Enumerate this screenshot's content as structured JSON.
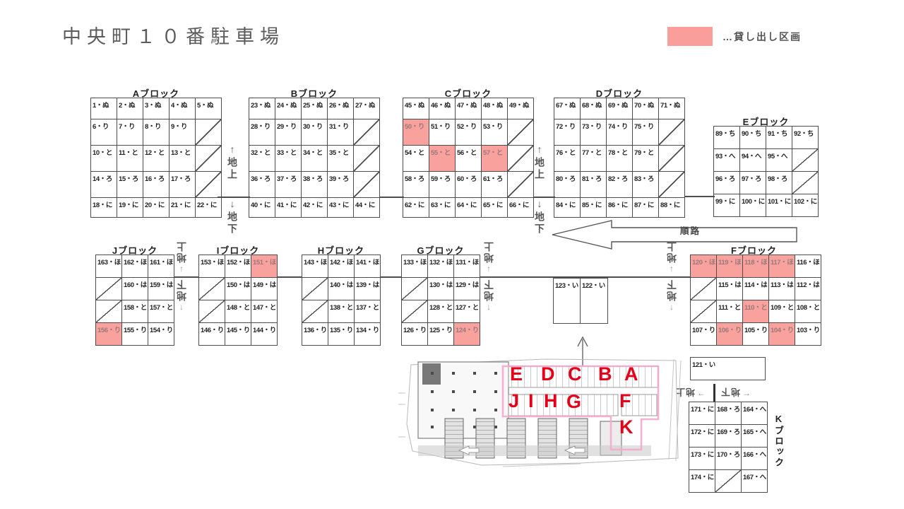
{
  "title": "中央町１０番駐車場",
  "legend": {
    "swatch_color": "#FA9E9B",
    "label": "…貸し出し区画"
  },
  "route": {
    "label": "順路"
  },
  "nav": {
    "ground": "地上",
    "basement": "地下",
    "up": "↑",
    "down": "↓",
    "left": "←",
    "right": "→"
  },
  "blocks": {
    "A": {
      "label": "Aブロック",
      "highlights": [],
      "rows": [
        [
          "1・ぬ",
          "2・ぬ",
          "3・ぬ",
          "4・ぬ",
          "5・ぬ"
        ],
        [
          "6・り",
          "7・り",
          "8・り",
          "9・り",
          "/"
        ],
        [
          "10・と",
          "11・と",
          "12・と",
          "13・と",
          "/"
        ],
        [
          "14・ろ",
          "15・ろ",
          "16・ろ",
          "17・ろ",
          "/"
        ],
        [
          "18・に",
          "19・に",
          "20・に",
          "21・に",
          "22・に"
        ]
      ]
    },
    "B": {
      "label": "Bブロック",
      "highlights": [],
      "rows": [
        [
          "23・ぬ",
          "24・ぬ",
          "25・ぬ",
          "26・ぬ",
          "27・ぬ"
        ],
        [
          "28・り",
          "29・り",
          "30・り",
          "31・り",
          "/"
        ],
        [
          "32・と",
          "33・と",
          "34・と",
          "35・と",
          "/"
        ],
        [
          "36・ろ",
          "37・ろ",
          "38・ろ",
          "39・ろ",
          "/"
        ],
        [
          "40・に",
          "41・に",
          "42・に",
          "43・に",
          "44・に"
        ]
      ]
    },
    "C": {
      "label": "Cブロック",
      "highlights": [
        "50・り",
        "55・と",
        "57・と"
      ],
      "rows": [
        [
          "45・ぬ",
          "46・ぬ",
          "47・ぬ",
          "48・ぬ",
          "49・ぬ"
        ],
        [
          "50・り",
          "51・り",
          "52・り",
          "53・り",
          "/"
        ],
        [
          "54・と",
          "55・と",
          "56・と",
          "57・と",
          "/"
        ],
        [
          "58・ろ",
          "59・ろ",
          "60・ろ",
          "61・ろ",
          "/"
        ],
        [
          "62・に",
          "63・に",
          "64・に",
          "65・に",
          "66・に"
        ]
      ]
    },
    "D": {
      "label": "Dブロック",
      "highlights": [],
      "rows": [
        [
          "67・ぬ",
          "68・ぬ",
          "69・ぬ",
          "70・ぬ",
          "71・ぬ"
        ],
        [
          "72・り",
          "73・り",
          "74・り",
          "75・り",
          "/"
        ],
        [
          "76・と",
          "77・と",
          "78・と",
          "79・と",
          "/"
        ],
        [
          "80・ろ",
          "81・ろ",
          "82・ろ",
          "83・ろ",
          "/"
        ],
        [
          "84・に",
          "85・に",
          "86・に",
          "87・に",
          "88・に"
        ]
      ]
    },
    "E": {
      "label": "Eブロック",
      "highlights": [],
      "rows": [
        [
          "89・ち",
          "90・ち",
          "91・ち",
          "92・ち"
        ],
        [
          "93・へ",
          "94・へ",
          "95・へ",
          "/"
        ],
        [
          "96・ろ",
          "97・ろ",
          "98・ろ",
          "/"
        ],
        [
          "99・に",
          "100・に",
          "101・に",
          "102・に"
        ]
      ]
    },
    "J": {
      "label": "Jブロック",
      "highlights": [
        "156・り"
      ],
      "rows": [
        [
          "163・ほ",
          "162・ほ",
          "161・ほ"
        ],
        [
          "/",
          "160・は",
          "159・は"
        ],
        [
          "/",
          "158・と",
          "157・と"
        ],
        [
          "156・り",
          "155・り",
          "154・り"
        ]
      ]
    },
    "I": {
      "label": "Iブロック",
      "highlights": [
        "151・ほ"
      ],
      "rows": [
        [
          "153・ほ",
          "152・ほ",
          "151・ほ"
        ],
        [
          "/",
          "150・は",
          "149・は"
        ],
        [
          "/",
          "148・と",
          "147・と"
        ],
        [
          "146・り",
          "145・り",
          "144・り"
        ]
      ]
    },
    "H": {
      "label": "Hブロック",
      "highlights": [],
      "rows": [
        [
          "143・ほ",
          "142・ほ",
          "141・ほ"
        ],
        [
          "/",
          "140・は",
          "139・は"
        ],
        [
          "/",
          "138・と",
          "137・と"
        ],
        [
          "136・り",
          "135・り",
          "134・り"
        ]
      ]
    },
    "G": {
      "label": "Gブロック",
      "highlights": [
        "124・り"
      ],
      "rows": [
        [
          "133・ほ",
          "132・ほ",
          "131・ほ"
        ],
        [
          "/",
          "130・は",
          "129・は"
        ],
        [
          "/",
          "128・と",
          "127・と"
        ],
        [
          "126・り",
          "125・り",
          "124・り"
        ]
      ]
    },
    "F": {
      "label": "Fブロック",
      "highlights": [
        "120・ほ",
        "119・ほ",
        "118・ほ",
        "117・ほ",
        "110・と",
        "106・り",
        "104・り"
      ],
      "rows": [
        [
          "120・ほ",
          "119・ほ",
          "118・ほ",
          "117・ほ",
          "116・ほ"
        ],
        [
          "/",
          "115・は",
          "114・は",
          "113・は",
          "112・は"
        ],
        [
          "/",
          "111・と",
          "110・と",
          "109・と",
          "108・と"
        ],
        [
          "107・り",
          "106・り",
          "105・り",
          "104・り",
          "103・り"
        ]
      ]
    },
    "K": {
      "label": "Kブロック",
      "highlights": [],
      "rows": [
        [
          "171・に",
          "168・ろ",
          "164・へ"
        ],
        [
          "172・に",
          "169・ろ",
          "165・へ"
        ],
        [
          "173・に",
          "170・ろ",
          "166・へ"
        ],
        [
          "174・に",
          "/",
          "167・へ"
        ]
      ]
    }
  },
  "solo_cells": {
    "c123": "123・い",
    "c122": "122・い",
    "c121": "121・い"
  },
  "site_plan": {
    "area_letters": [
      "E",
      "D",
      "C",
      "B",
      "A",
      "J",
      "I",
      "H",
      "G",
      "F",
      "K"
    ]
  }
}
